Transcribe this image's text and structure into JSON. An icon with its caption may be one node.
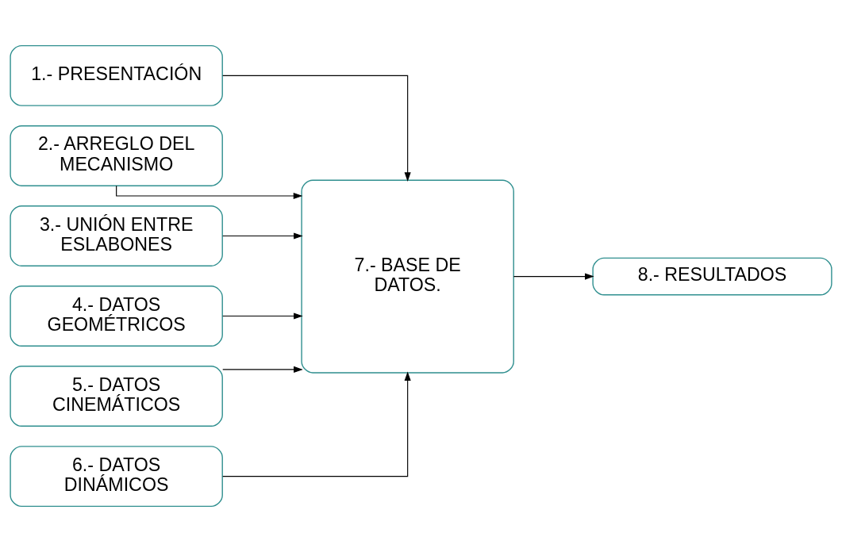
{
  "diagram": {
    "nodes": [
      {
        "text": [
          "1.- PRESENTACIÓN"
        ]
      },
      {
        "text": [
          "2.- ARREGLO DEL MECANISMO"
        ]
      },
      {
        "text": [
          "3.- UNIÓN ENTRE ESLABONES"
        ]
      },
      {
        "text": [
          "4.- DATOS GEOMÉTRICOS"
        ]
      },
      {
        "text": [
          "5.- DATOS CINEMÁTICOS"
        ]
      },
      {
        "text": [
          "6.- DATOS DINÁMICOS"
        ]
      },
      {
        "text": [
          "7.- BASE DE DATOS."
        ]
      },
      {
        "text": [
          "8.- RESULTADOS"
        ]
      }
    ],
    "edges": [
      {
        "from": 0,
        "to": 6,
        "arrow": "to"
      },
      {
        "from": 1,
        "to": 6,
        "arrow": "to"
      },
      {
        "from": 2,
        "to": 6,
        "arrow": "to"
      },
      {
        "from": 3,
        "to": 6,
        "arrow": "to"
      },
      {
        "from": 4,
        "to": 6,
        "arrow": "to"
      },
      {
        "from": 5,
        "to": 6,
        "arrow": "to"
      },
      {
        "from": 6,
        "to": 7,
        "arrow": "to"
      }
    ]
  }
}
